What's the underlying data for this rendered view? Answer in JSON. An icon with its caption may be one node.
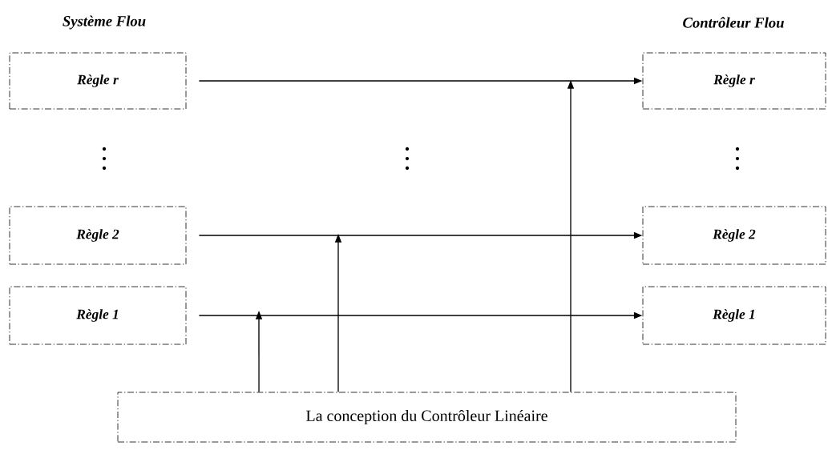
{
  "diagram": {
    "nodes": [
      {
        "text": [
          "Règle r"
        ]
      },
      {
        "text": [
          "Règle 2"
        ]
      },
      {
        "text": [
          "Règle 1"
        ]
      },
      {
        "text": [
          "Règle r"
        ]
      },
      {
        "text": [
          "Règle 2"
        ]
      },
      {
        "text": [
          "Règle 1"
        ]
      },
      {
        "text": [
          "La conception du Contrôleur Linéaire"
        ]
      }
    ],
    "edges": [
      {
        "from": 0,
        "to": 3,
        "arrow": "to"
      },
      {
        "from": 1,
        "to": 4,
        "arrow": "to"
      },
      {
        "from": 2,
        "to": 5,
        "arrow": "to"
      },
      {
        "from": 6,
        "to": null,
        "arrow": "to"
      },
      {
        "from": 6,
        "to": null,
        "arrow": "to"
      },
      {
        "from": 6,
        "to": null,
        "arrow": "to"
      }
    ],
    "labels": [
      "Système Flou",
      "Contrôleur Flou"
    ]
  }
}
